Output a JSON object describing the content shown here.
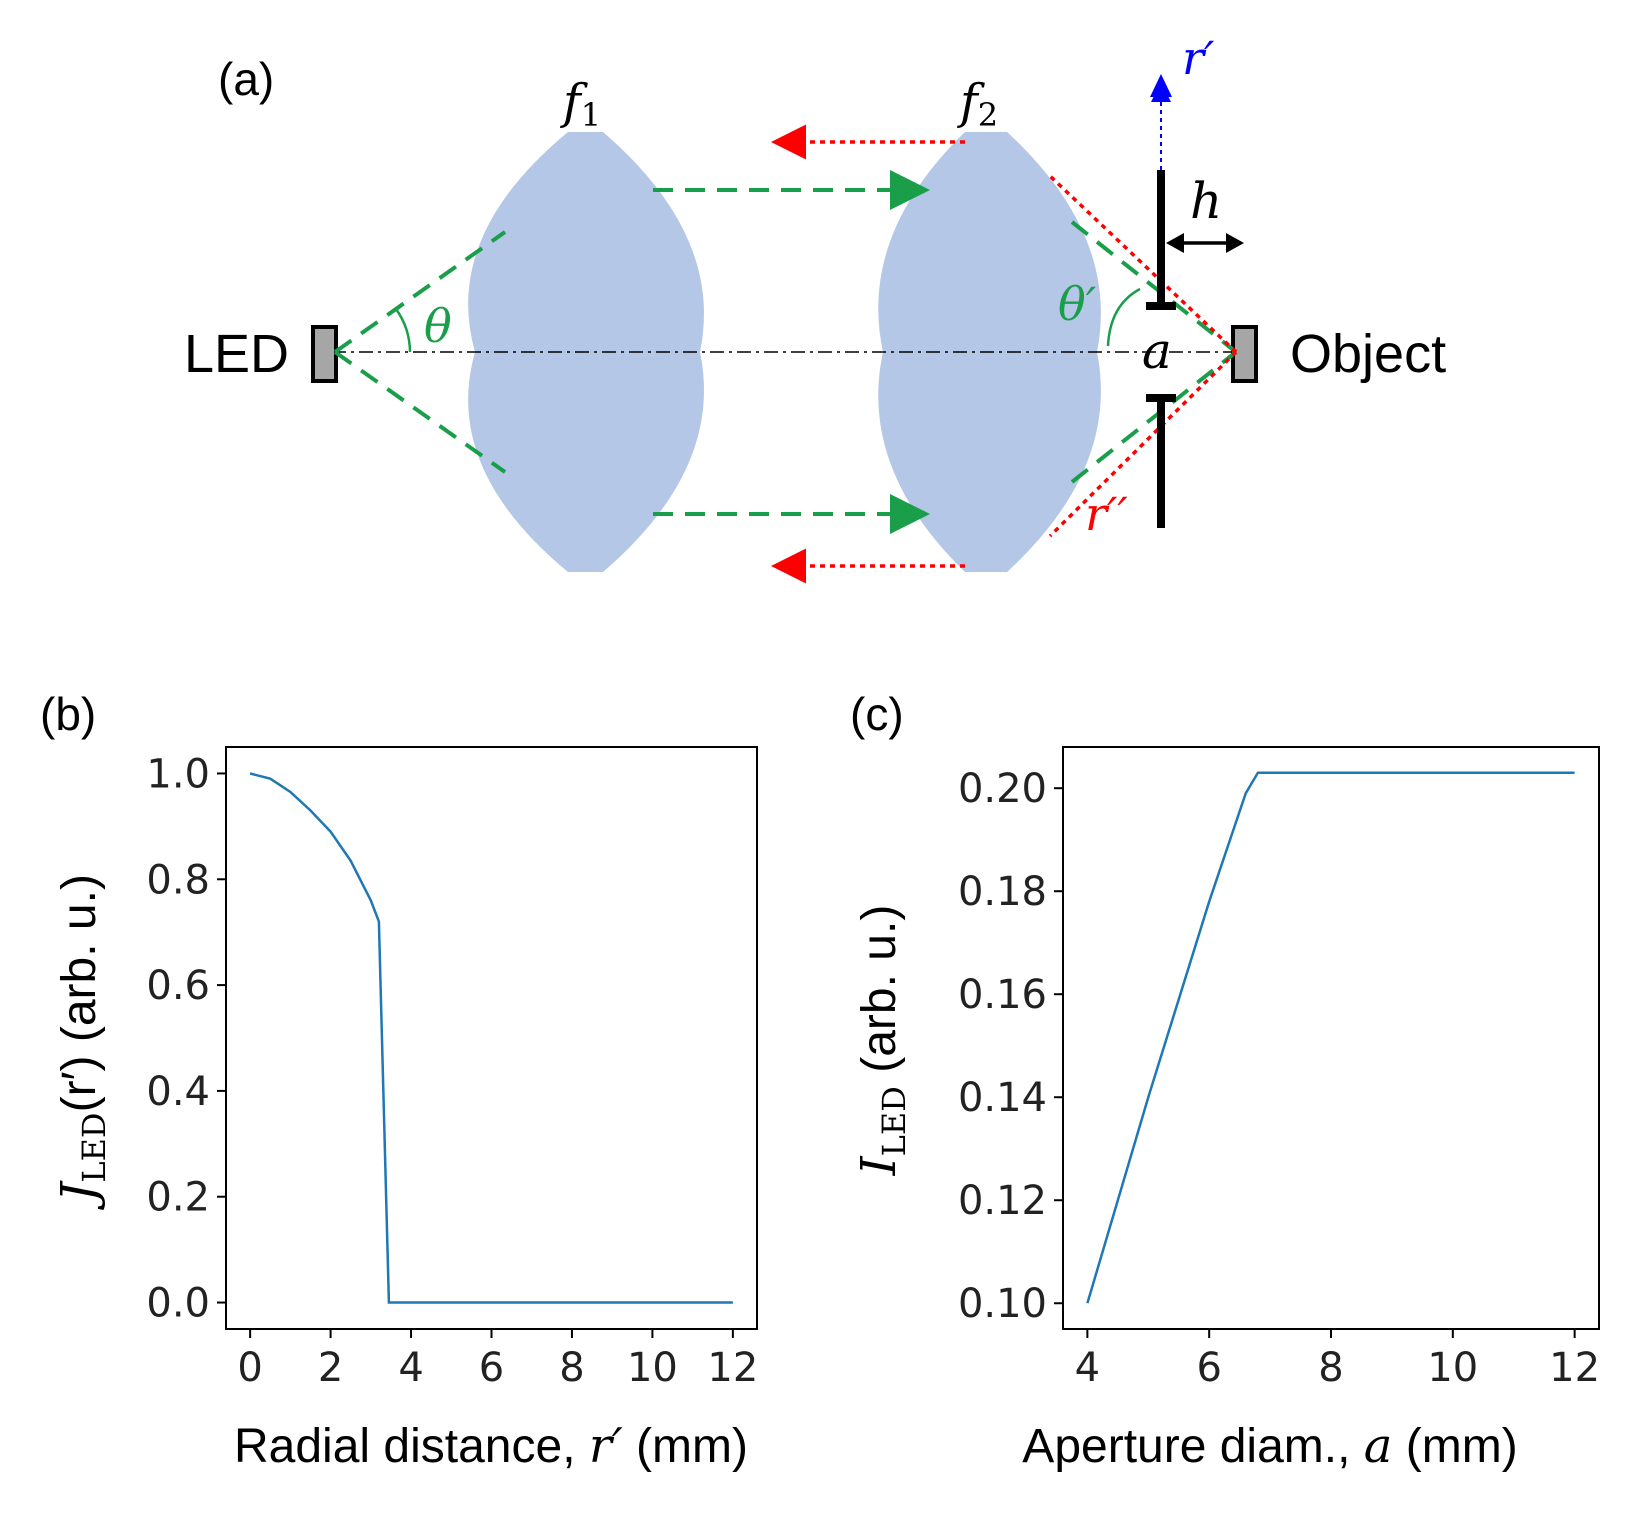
{
  "panel_a": {
    "label": "(a)",
    "lens1_label": "f",
    "lens1_sub": "1",
    "lens2_label": "f",
    "lens2_sub": "2",
    "led_label": "LED",
    "object_label": "Object",
    "theta": "θ",
    "theta_prime": "θ′",
    "aperture_label": "a",
    "h_label": "h",
    "r_prime_label": "r′",
    "r_double_prime_label": "r′′",
    "colors": {
      "lens": "#b4c7e7",
      "ray_green": "#1a9e4a",
      "ray_red": "#ff0000",
      "ray_blue": "#0000ff",
      "text_blue": "#0000ff",
      "text_red": "#ff0000",
      "text_green": "#1a9e4a"
    }
  },
  "chart_data": [
    {
      "panel": "(b)",
      "type": "line",
      "xlabel_prefix": "Radial distance, ",
      "xlabel_var": "r′",
      "xlabel_suffix": " (mm)",
      "ylabel_var": "J",
      "ylabel_sub": "LED",
      "ylabel_suffix": "(r′) (arb. u.)",
      "xlim": [
        -0.6,
        12.6
      ],
      "ylim": [
        -0.05,
        1.05
      ],
      "xticks": [
        0,
        2,
        4,
        6,
        8,
        10,
        12
      ],
      "yticks": [
        0.0,
        0.2,
        0.4,
        0.6,
        0.8,
        1.0
      ],
      "ytick_labels": [
        "0.0",
        "0.2",
        "0.4",
        "0.6",
        "0.8",
        "1.0"
      ],
      "grid": false,
      "line_color": "#1f77b4",
      "series": [
        {
          "x": [
            0,
            0.5,
            1.0,
            1.5,
            2.0,
            2.5,
            3.0,
            3.2,
            3.45,
            4,
            6,
            8,
            10,
            12
          ],
          "y": [
            1.0,
            0.99,
            0.965,
            0.93,
            0.89,
            0.835,
            0.76,
            0.72,
            0.0,
            0.0,
            0.0,
            0.0,
            0.0,
            0.0
          ]
        }
      ]
    },
    {
      "panel": "(c)",
      "type": "line",
      "xlabel_prefix": "Aperture diam., ",
      "xlabel_var": "a",
      "xlabel_suffix": " (mm)",
      "ylabel_var": "I",
      "ylabel_sub": "LED",
      "ylabel_suffix": " (arb. u.)",
      "xlim": [
        3.6,
        12.4
      ],
      "ylim": [
        0.095,
        0.208
      ],
      "xticks": [
        4,
        6,
        8,
        10,
        12
      ],
      "yticks": [
        0.1,
        0.12,
        0.14,
        0.16,
        0.18,
        0.2
      ],
      "ytick_labels": [
        "0.10",
        "0.12",
        "0.14",
        "0.16",
        "0.18",
        "0.20"
      ],
      "grid": false,
      "line_color": "#1f77b4",
      "series": [
        {
          "x": [
            4.0,
            5.0,
            6.0,
            6.6,
            6.8,
            8,
            10,
            12
          ],
          "y": [
            0.1,
            0.14,
            0.178,
            0.199,
            0.203,
            0.203,
            0.203,
            0.203
          ]
        }
      ]
    }
  ]
}
